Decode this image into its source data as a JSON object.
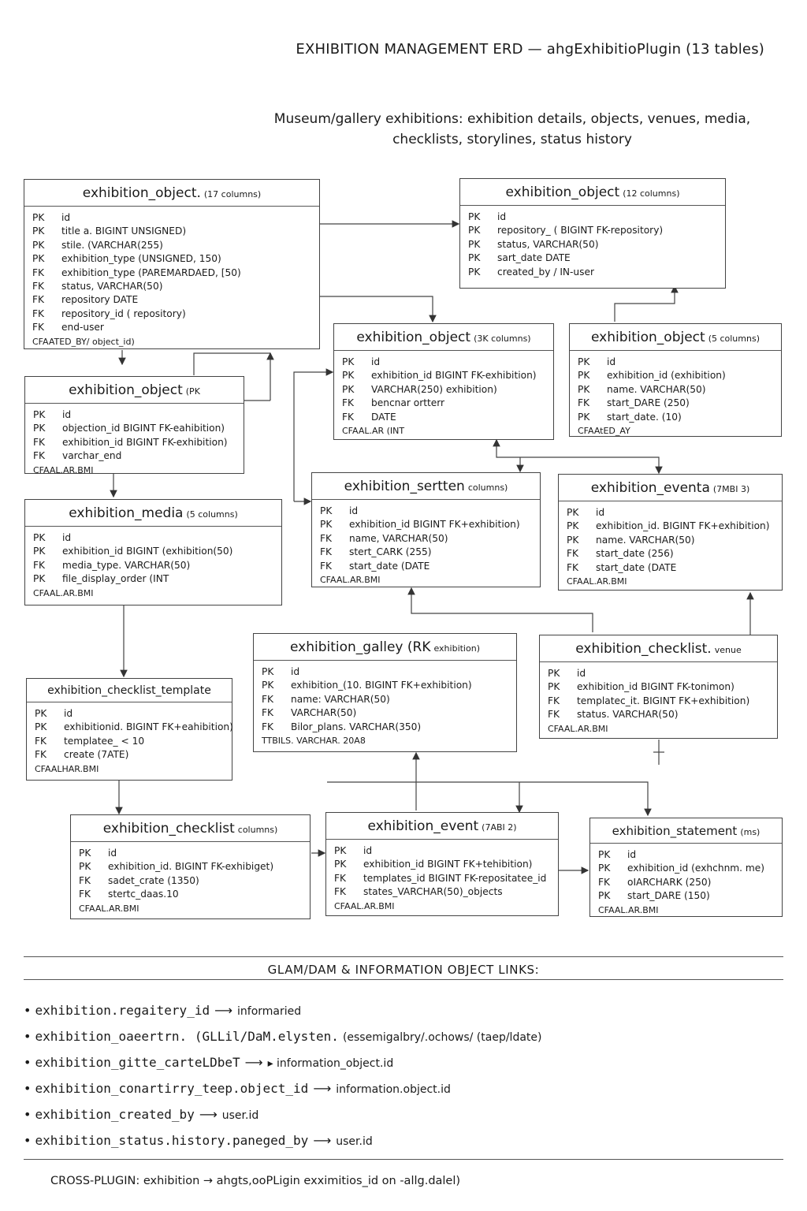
{
  "title": "EXHIBITION MANAGEMENT ERD — ahgExhibitioPlugin (13 tables)",
  "subtitle": {
    "line1": "Museum/gallery exhibitions: exhibition details, objects, venues, media,",
    "line2": "checklists, storylines, status history"
  },
  "tables": [
    {
      "id": "t1",
      "name": "exhibition_object.",
      "cols": "(17 columns)",
      "rows": [
        {
          "k": "PK",
          "t": "id"
        },
        {
          "k": "PK",
          "t": "title   a. BIGINT UNSIGNED)"
        },
        {
          "k": "PK",
          "t": "stile. (VARCHAR(255)"
        },
        {
          "k": "PK",
          "t": "exhibition_type (UNSIGNED, 150)"
        },
        {
          "k": "FK",
          "t": "exhibition_type (PAREMARDAED, [50)"
        },
        {
          "k": "FK",
          "t": "status,  VARCHAR(50)"
        },
        {
          "k": "FK",
          "t": "repository  DATE"
        },
        {
          "k": "FK",
          "t": "repository_id ( repository)"
        },
        {
          "k": "FK",
          "t": "end-user"
        }
      ],
      "foot": "CFAATED_BY/ object_id)"
    },
    {
      "id": "t2",
      "name": "exhibition_object",
      "cols": "(12 columns)",
      "rows": [
        {
          "k": "PK",
          "t": "id"
        },
        {
          "k": "PK",
          "t": "repository_ ( BIGINT FK-repository)"
        },
        {
          "k": "PK",
          "t": "status, VARCHAR(50)"
        },
        {
          "k": "PK",
          "t": "sart_date   DATE"
        },
        {
          "k": "PK",
          "t": "created_by / IN-user"
        }
      ],
      "foot": ""
    },
    {
      "id": "t3",
      "name": "exhibition_object",
      "cols": "(PK",
      "rows": [
        {
          "k": "PK",
          "t": "id"
        },
        {
          "k": "PK",
          "t": "objection_id  BIGINT FK-eahibition)"
        },
        {
          "k": "FK",
          "t": "exhibition_id  BIGINT FK-exhibition)"
        },
        {
          "k": "FK",
          "t": "varchar_end"
        }
      ],
      "foot": "CFAAL.AR.BMI"
    },
    {
      "id": "t4",
      "name": "exhibition_object",
      "cols": "(3K columns)",
      "rows": [
        {
          "k": "PK",
          "t": "id"
        },
        {
          "k": "PK",
          "t": "exhibition_id  BIGINT FK-exhibition)"
        },
        {
          "k": "PK",
          "t": "VARCHAR(250)   exhibition)"
        },
        {
          "k": "FK",
          "t": "bencnar ortterr"
        },
        {
          "k": "FK",
          "t": "DATE"
        }
      ],
      "foot": "CFAAL.AR (INT"
    },
    {
      "id": "t5",
      "name": "exhibition_object",
      "cols": "(5 columns)",
      "rows": [
        {
          "k": "PK",
          "t": "id"
        },
        {
          "k": "PK",
          "t": "exhibition_id (exhibition)"
        },
        {
          "k": "PK",
          "t": "name. VARCHAR(50)"
        },
        {
          "k": "FK",
          "t": "start_DARE (250)"
        },
        {
          "k": "PK",
          "t": "start_date. (10)"
        }
      ],
      "foot": "CFAAtED_AY"
    },
    {
      "id": "t6",
      "name": "exhibition_media",
      "cols": "(5 columns)",
      "rows": [
        {
          "k": "PK",
          "t": "id"
        },
        {
          "k": "PK",
          "t": "exhibition_id  BIGINT (exhibition(50)"
        },
        {
          "k": "FK",
          "t": "media_type. VARCHAR(50)"
        },
        {
          "k": "PK",
          "t": "file_display_order  (INT"
        }
      ],
      "foot": "CFAAL.AR.BMI"
    },
    {
      "id": "t7",
      "name": "exhibition_sertten",
      "cols": "columns)",
      "rows": [
        {
          "k": "PK",
          "t": "id"
        },
        {
          "k": "PK",
          "t": "exhibition_id  BIGINT FK+exhibition)"
        },
        {
          "k": "FK",
          "t": "name, VARCHAR(50)"
        },
        {
          "k": "FK",
          "t": "stert_CARK (255)"
        },
        {
          "k": "FK",
          "t": "start_date  (DATE"
        }
      ],
      "foot": "CFAAL.AR.BMI"
    },
    {
      "id": "t8",
      "name": "exhibition_eventa",
      "cols": "(7MBI 3)",
      "rows": [
        {
          "k": "PK",
          "t": "id"
        },
        {
          "k": "PK",
          "t": "exhibition_id. BIGINT FK+exhibition)"
        },
        {
          "k": "PK",
          "t": "name. VARCHAR(50)"
        },
        {
          "k": "FK",
          "t": "start_date (256)"
        },
        {
          "k": "FK",
          "t": "start_date (DATE"
        }
      ],
      "foot": "CFAAL.AR.BMI"
    },
    {
      "id": "t9",
      "name": "exhibition_galley (RK",
      "cols": "exhibition)",
      "rows": [
        {
          "k": "PK",
          "t": "id"
        },
        {
          "k": "PK",
          "t": "exhibition_(10. BIGINT FK+exhibition)"
        },
        {
          "k": "FK",
          "t": "name: VARCHAR(50)"
        },
        {
          "k": "FK",
          "t": "VARCHAR(50)"
        },
        {
          "k": "FK",
          "t": "Bilor_plans. VARCHAR(350)"
        }
      ],
      "foot": "TTBILS. VARCHAR. 20A8"
    },
    {
      "id": "t10",
      "name": "exhibition_checklist.",
      "cols": "venue",
      "rows": [
        {
          "k": "PK",
          "t": "id"
        },
        {
          "k": "PK",
          "t": "exhibition_id   BIGINT FK-tonimon)"
        },
        {
          "k": "FK",
          "t": "templatec_it.  BIGINT FK+exhibition)"
        },
        {
          "k": "FK",
          "t": "status. VARCHAR(50)"
        }
      ],
      "foot": "CFAAL.AR.BMI"
    },
    {
      "id": "t11",
      "name": "exhibition_checklist_template",
      "cols": "",
      "rows": [
        {
          "k": "PK",
          "t": "id"
        },
        {
          "k": "PK",
          "t": "exhibitionid. BIGINT FK+eahibition)"
        },
        {
          "k": "FK",
          "t": "templatee_ < 10"
        },
        {
          "k": "FK",
          "t": "create  (7ATE)"
        }
      ],
      "foot": "CFAALHAR.BMI"
    },
    {
      "id": "t12",
      "name": "exhibition_checklist",
      "cols": "columns)",
      "rows": [
        {
          "k": "PK",
          "t": "id"
        },
        {
          "k": "PK",
          "t": "exhibition_id. BIGINT FK-exhibiget)"
        },
        {
          "k": "FK",
          "t": "sadet_crate (1350)"
        },
        {
          "k": "FK",
          "t": "stertc_daas.10"
        }
      ],
      "foot": "CFAAL.AR.BMI"
    },
    {
      "id": "t13",
      "name": "exhibition_event",
      "cols": "(7ABI 2)",
      "rows": [
        {
          "k": "PK",
          "t": "id"
        },
        {
          "k": "PK",
          "t": "exhibition_id   BIGINT FK+tehibition)"
        },
        {
          "k": "FK",
          "t": "templates_id  BIGINT FK-repositatee_id"
        },
        {
          "k": "FK",
          "t": "states_VARCHAR(50)_objects"
        }
      ],
      "foot": "CFAAL.AR.BMI"
    },
    {
      "id": "t14",
      "name": "exhibition_statement",
      "cols": "(ms)",
      "rows": [
        {
          "k": "PK",
          "t": "id"
        },
        {
          "k": "PK",
          "t": "exhibition_id  (exhchnm. me)"
        },
        {
          "k": "FK",
          "t": "oIARCHARK (250)"
        },
        {
          "k": "PK",
          "t": "start_DARE (150)"
        }
      ],
      "foot": "CFAAL.AR.BMI"
    }
  ],
  "glam": {
    "heading": "GLAM/DAM & INFORMATION OBJECT LINKS:",
    "links": [
      {
        "src": "exhibition.regaitery_id",
        "dst": "informaried"
      },
      {
        "src": "exhibition_oaeertrn. (GLLil/DaM.elysten.",
        "dst": "(essemigalbry/.ochows/ (taep/ldate)"
      },
      {
        "src": "exhibition_gitte_carteLDbeT",
        "dst": "▸ information_object.id"
      },
      {
        "src": "exhibition_conartirry_teep.object_id",
        "dst": "information.object.id"
      },
      {
        "src": "exhibition_created_by",
        "dst": "user.id"
      },
      {
        "src": "exhibition_status.history.paneged_by",
        "dst": "user.id"
      }
    ]
  },
  "cross": "CROSS-PLUGIN: exhibition → ahgts,ooPLigin exximitios_id on -allg.dalel)"
}
